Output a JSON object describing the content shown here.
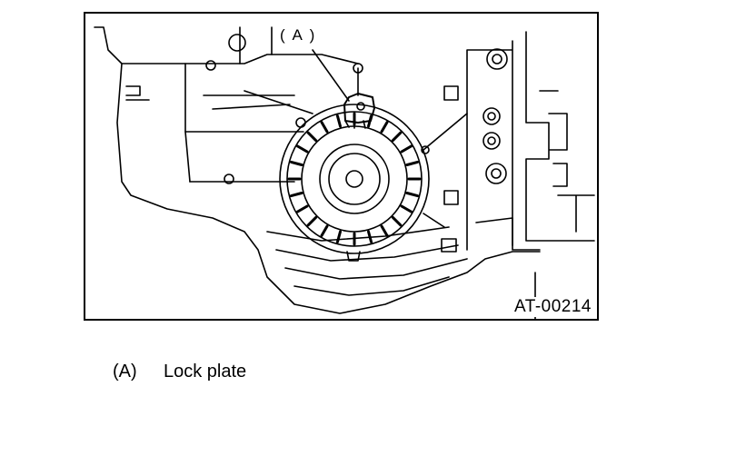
{
  "figure": {
    "callout": "( A )",
    "code": "AT-00214"
  },
  "legend": [
    {
      "key": "(A)",
      "label": "Lock plate"
    }
  ]
}
